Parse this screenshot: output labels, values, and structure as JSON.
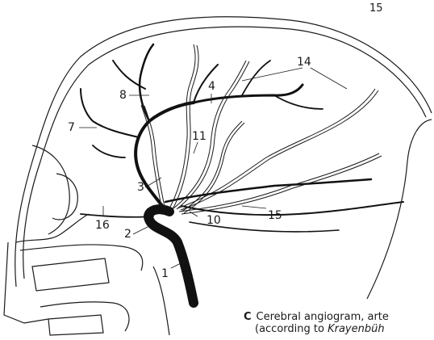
{
  "page_number": "15",
  "labels": {
    "l1": "1",
    "l2": "2",
    "l3": "3",
    "l4": "4",
    "l7": "7",
    "l8": "8",
    "l10": "10",
    "l11": "11",
    "l14": "14",
    "l15": "15",
    "l16": "16"
  },
  "caption": {
    "letter": "C",
    "line1": "Cerebral angiogram, arte",
    "line2_prefix": "(according to ",
    "line2_author": "Krayenbüh"
  },
  "colors": {
    "ink": "#1a1a1a",
    "vessel": "#111111",
    "background": "#ffffff"
  }
}
